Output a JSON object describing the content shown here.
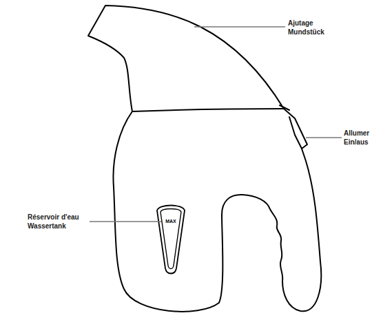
{
  "diagram": {
    "labels": [
      "Ajutage",
      "Mundstück",
      "Réservoir d'eau",
      "Wassertank",
      "MAX",
      "Allumer",
      "Ein/aus"
    ]
  }
}
